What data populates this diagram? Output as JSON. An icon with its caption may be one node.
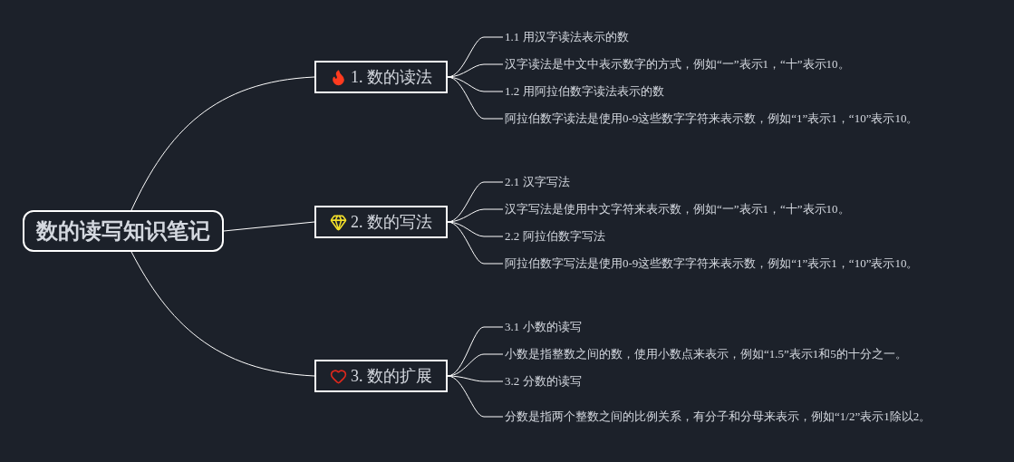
{
  "diagram": {
    "nodes": [
      {
        "text": [
          "数的读写知识笔记"
        ]
      },
      {
        "text": [
          "1. 数的读法"
        ]
      },
      {
        "text": [
          "2. 数的写法"
        ]
      },
      {
        "text": [
          "3. 数的扩展"
        ]
      },
      {
        "text": [
          "1.1 用汉字读法表示的数"
        ]
      },
      {
        "text": [
          "汉字读法是中文中表示数字的方式，例如“一”表示1，“十”表示10。"
        ]
      },
      {
        "text": [
          "1.2 用阿拉伯数字读法表示的数"
        ]
      },
      {
        "text": [
          "阿拉伯数字读法是使用0-9这些数字字符来表示数，例如“1”表示1，“10”表示10。"
        ]
      },
      {
        "text": [
          "2.1 汉字写法"
        ]
      },
      {
        "text": [
          "汉字写法是使用中文字符来表示数，例如“一”表示1，“十”表示10。"
        ]
      },
      {
        "text": [
          "2.2 阿拉伯数字写法"
        ]
      },
      {
        "text": [
          "阿拉伯数字写法是使用0-9这些数字字符来表示数，例如“1”表示1，“10”表示10。"
        ]
      },
      {
        "text": [
          "3.1 小数的读写"
        ]
      },
      {
        "text": [
          "小数是指整数之间的数，使用小数点来表示，例如“1.5”表示1和5的十分之一。"
        ]
      },
      {
        "text": [
          "3.2 分数的读写"
        ]
      },
      {
        "text": [
          "分数是指两个整数之间的比例关系，有分子和分母来表示，例如“1/2”表示1除以2。"
        ]
      }
    ],
    "edges": [
      {
        "from": 0,
        "to": 1,
        "arrow": "none"
      },
      {
        "from": 0,
        "to": 2,
        "arrow": "none"
      },
      {
        "from": 0,
        "to": 3,
        "arrow": "none"
      },
      {
        "from": 1,
        "to": 4,
        "arrow": "none"
      },
      {
        "from": 1,
        "to": 5,
        "arrow": "none"
      },
      {
        "from": 1,
        "to": 6,
        "arrow": "none"
      },
      {
        "from": 1,
        "to": 7,
        "arrow": "none"
      },
      {
        "from": 2,
        "to": 8,
        "arrow": "none"
      },
      {
        "from": 2,
        "to": 9,
        "arrow": "none"
      },
      {
        "from": 2,
        "to": 10,
        "arrow": "none"
      },
      {
        "from": 2,
        "to": 11,
        "arrow": "none"
      },
      {
        "from": 3,
        "to": 12,
        "arrow": "none"
      },
      {
        "from": 3,
        "to": 13,
        "arrow": "none"
      },
      {
        "from": 3,
        "to": 14,
        "arrow": "none"
      },
      {
        "from": 3,
        "to": 15,
        "arrow": "none"
      }
    ]
  }
}
